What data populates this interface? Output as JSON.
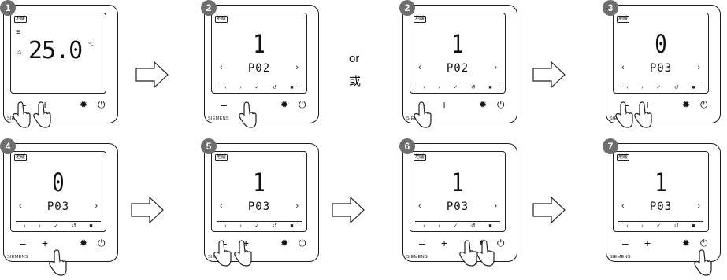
{
  "brand": "SIEMENS",
  "connector": {
    "or": "or",
    "or_cn": "或"
  },
  "steps": [
    {
      "badge": "1",
      "mode": "地暖",
      "temp": "25.0",
      "unit": "℃"
    },
    {
      "badge": "2",
      "mode": "地暖",
      "value": "1",
      "param": "P02",
      "left": "‹",
      "right": "›"
    },
    {
      "badge": "2",
      "mode": "地暖",
      "value": "1",
      "param": "P02",
      "left": "‹",
      "right": "›"
    },
    {
      "badge": "3",
      "mode": "地暖",
      "value": "0",
      "param": "P03",
      "left": "‹",
      "right": "›"
    },
    {
      "badge": "4",
      "mode": "地暖",
      "value": "0",
      "param": "P03",
      "left": "‹",
      "right": "›"
    },
    {
      "badge": "5",
      "mode": "地暖",
      "value": "1",
      "param": "P03",
      "left": "‹",
      "right": "›"
    },
    {
      "badge": "6",
      "mode": "地暖",
      "value": "1",
      "param": "P03",
      "left": "‹",
      "right": "›"
    },
    {
      "badge": "7",
      "mode": "地暖",
      "value": "1",
      "param": "P03",
      "left": "‹",
      "right": "›"
    }
  ],
  "icons": {
    "left": "‹",
    "right": "›",
    "check": "✓",
    "back": "↺",
    "save": "■",
    "minus": "–",
    "plus": "+",
    "gear": "✹",
    "power": "⏻",
    "mode_lines": "≡",
    "house": "⌂"
  }
}
